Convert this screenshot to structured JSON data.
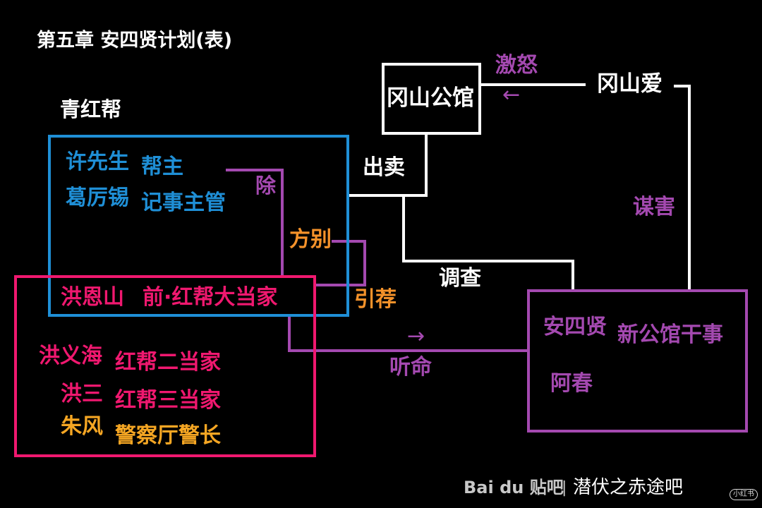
{
  "title": "第五章 安四贤计划(表)",
  "colors": {
    "background": "#000000",
    "white": "#ffffff",
    "blue": "#1f8fd6",
    "pink": "#f0186f",
    "orange": "#f5922a",
    "purple": "#a449b0",
    "gold": "#f5a623"
  },
  "groups": {
    "qinghong": {
      "label": "青红帮",
      "members": [
        {
          "name": "许先生",
          "role": "帮主"
        },
        {
          "name": "葛厉锡",
          "role": "记事主管"
        }
      ]
    },
    "hong": {
      "members": [
        {
          "name": "洪恩山",
          "role": "前·红帮大当家"
        },
        {
          "name": "洪义海",
          "role": "红帮二当家"
        },
        {
          "name": "洪三",
          "role": "红帮三当家"
        },
        {
          "name": "朱风",
          "role": "警察厅警长"
        }
      ]
    },
    "gangshan_guan": {
      "label": "冈山公馆"
    },
    "gangshan_ai": {
      "label": "冈山爱"
    },
    "an": {
      "members": [
        {
          "name": "安四贤",
          "role": "新公馆干事"
        },
        {
          "name": "阿春"
        }
      ]
    }
  },
  "relations": {
    "chu": "除",
    "fangbie": "方别",
    "yinjian": "引荐",
    "chumai": "出卖",
    "diaocha": "调查",
    "jinu": "激怒",
    "mouhai": "谋害",
    "tingming": "听命",
    "arrow_left": "←",
    "arrow_right": "→"
  },
  "watermark": {
    "logo": "Bai du 贴吧",
    "separator": "|",
    "forum": "潜伏之赤途吧",
    "badge": "小红书"
  }
}
